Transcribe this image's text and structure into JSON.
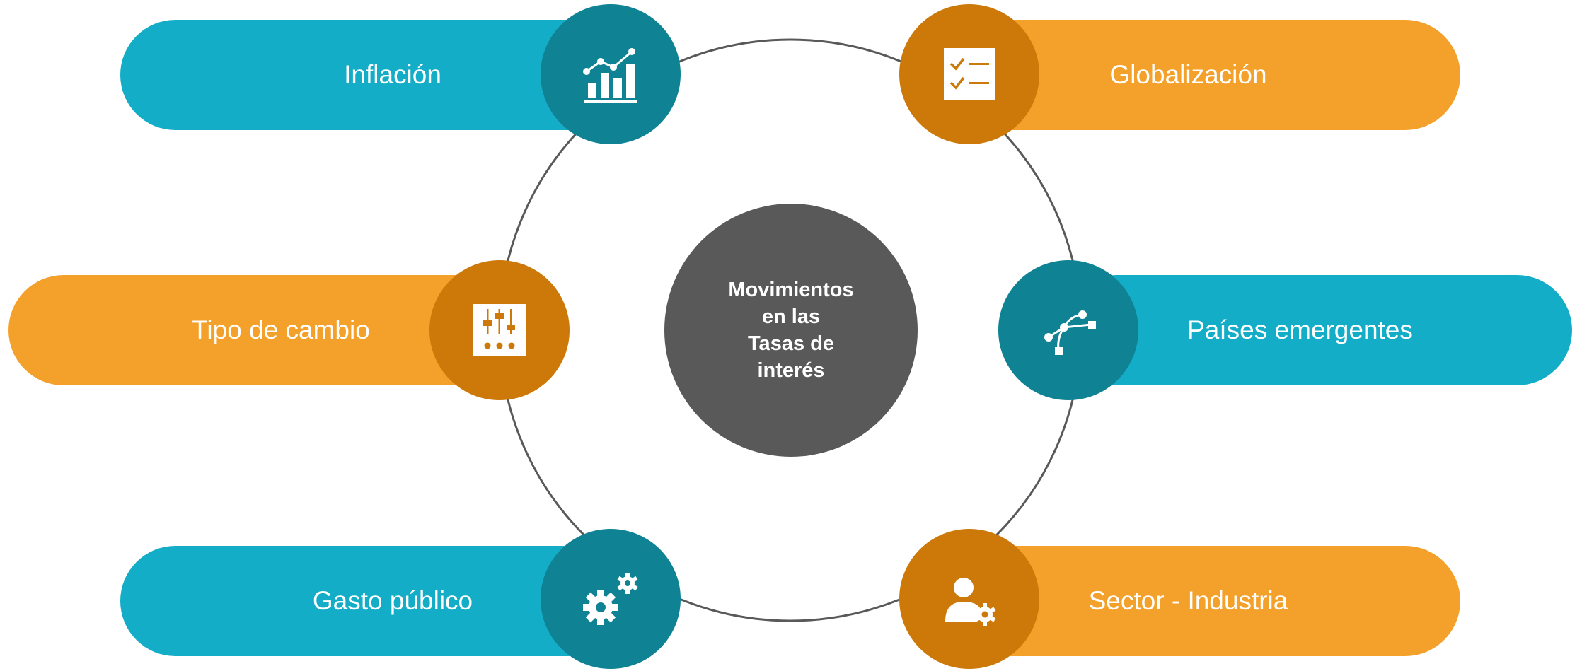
{
  "center": {
    "title": "Movimientos\nen las\nTasas de\ninterés"
  },
  "colors": {
    "pill_blue": "#14adc8",
    "node_blue": "#0f8294",
    "pill_orange": "#f3a12a",
    "node_orange": "#cc7909",
    "center": "#595959",
    "ring": "#595959"
  },
  "factors": [
    {
      "id": "inflacion",
      "label": "Inflación",
      "icon": "bar-chart-trend-icon",
      "color": "blue"
    },
    {
      "id": "globalizacion",
      "label": "Globalización",
      "icon": "checklist-icon",
      "color": "orange"
    },
    {
      "id": "tipo-de-cambio",
      "label": "Tipo de cambio",
      "icon": "sliders-icon",
      "color": "orange"
    },
    {
      "id": "paises-emergentes",
      "label": "Países emergentes",
      "icon": "vector-path-icon",
      "color": "blue"
    },
    {
      "id": "gasto-publico",
      "label": "Gasto público",
      "icon": "gears-icon",
      "color": "blue"
    },
    {
      "id": "sector-industria",
      "label": "Sector - Industria",
      "icon": "user-gear-icon",
      "color": "orange"
    }
  ]
}
